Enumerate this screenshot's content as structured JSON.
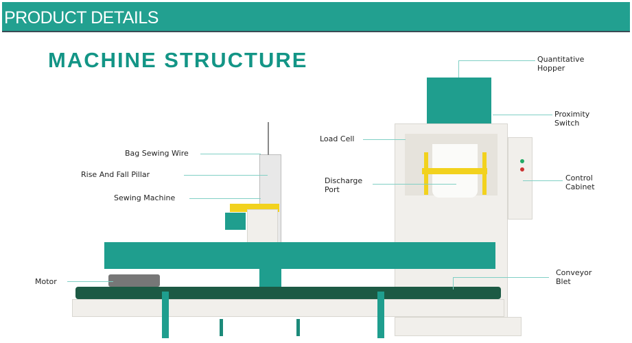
{
  "header": {
    "title": "PRODUCT DETAILS"
  },
  "section_title": "MACHINE STRUCTURE",
  "labels": {
    "quantitative_hopper": [
      "Quantitative",
      "Hopper"
    ],
    "proximity_switch": [
      "Proximity",
      "Switch"
    ],
    "load_cell": "Load Cell",
    "bag_sewing_wire": "Bag Sewing Wire",
    "rise_fall_pillar": "Rise And Fall Pillar",
    "sewing_machine": "Sewing Machine",
    "discharge_port": [
      "Discharge",
      "Port"
    ],
    "control_cabinet": [
      "Control",
      "Cabinet"
    ],
    "motor": "Motor",
    "conveyor_belt": [
      "Conveyor",
      "Blet"
    ]
  },
  "colors": {
    "brand_teal": "#22a090",
    "title_teal": "#139586",
    "belt_green": "#1c5a44",
    "bracket_yellow": "#f2d21e"
  }
}
